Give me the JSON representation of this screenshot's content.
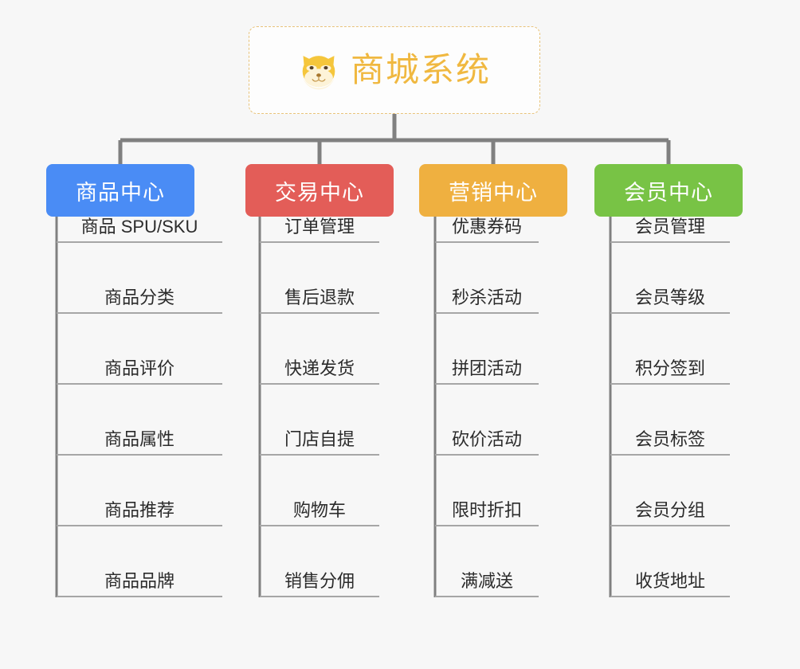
{
  "root": {
    "title": "商城系统",
    "icon": "dog-face-emoji",
    "title_color": "#f0b840",
    "border_color": "#e8c37a"
  },
  "theme": {
    "background": "#f7f7f7",
    "connector_color": "#808080",
    "leaf_line_color": "#a6a6a6",
    "leaf_text_color": "#2b2b2b"
  },
  "branches": [
    {
      "label": "商品中心",
      "color": "#4a8cf5",
      "items": [
        "商品 SPU/SKU",
        "商品分类",
        "商品评价",
        "商品属性",
        "商品推荐",
        "商品品牌"
      ]
    },
    {
      "label": "交易中心",
      "color": "#e35d58",
      "items": [
        "订单管理",
        "售后退款",
        "快递发货",
        "门店自提",
        "购物车",
        "销售分佣"
      ]
    },
    {
      "label": "营销中心",
      "color": "#efb040",
      "items": [
        "优惠券码",
        "秒杀活动",
        "拼团活动",
        "砍价活动",
        "限时折扣",
        "满减送"
      ]
    },
    {
      "label": "会员中心",
      "color": "#78c345",
      "items": [
        "会员管理",
        "会员等级",
        "积分签到",
        "会员标签",
        "会员分组",
        "收货地址"
      ]
    }
  ]
}
